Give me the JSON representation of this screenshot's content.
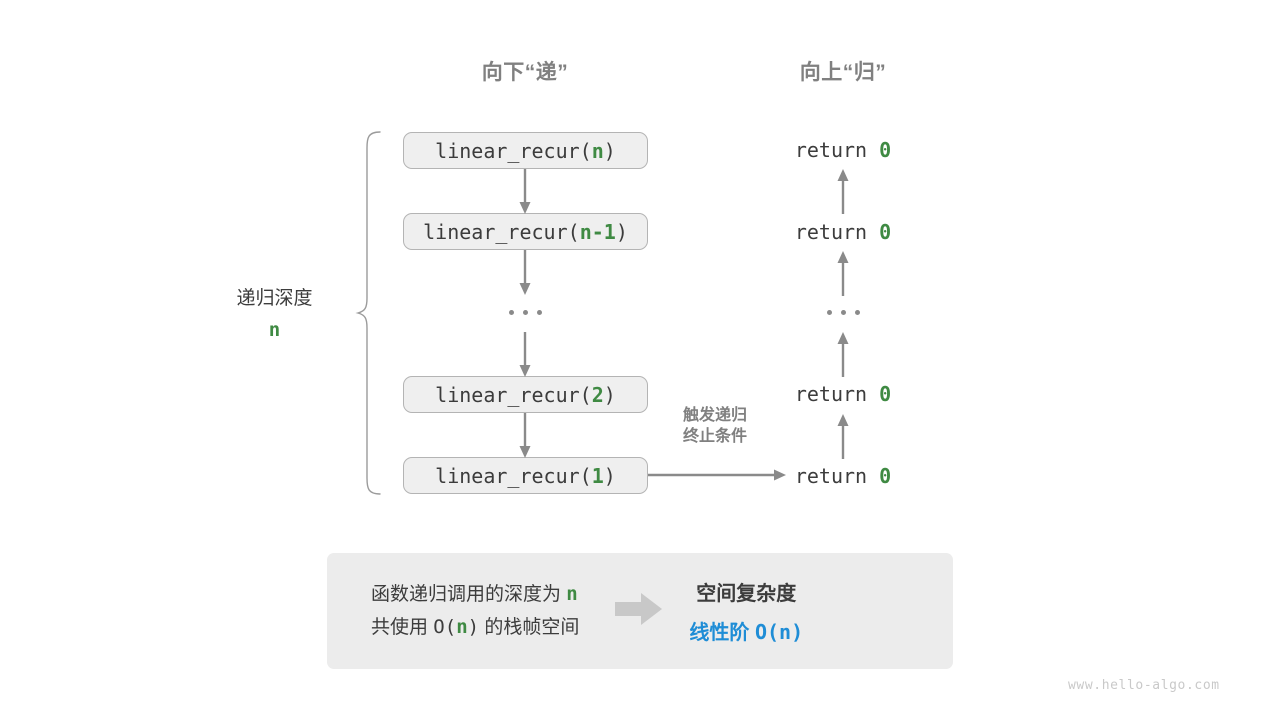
{
  "headers": {
    "down": "向下“递”",
    "up": "向上“归”"
  },
  "depth_label": {
    "title": "递归深度",
    "value": "n"
  },
  "calls": [
    {
      "prefix": "linear_recur(",
      "arg": "n",
      "suffix": ")"
    },
    {
      "prefix": "linear_recur(",
      "arg": "n-1",
      "suffix": ")"
    },
    {
      "prefix": "linear_recur(",
      "arg": "2",
      "suffix": ")"
    },
    {
      "prefix": "linear_recur(",
      "arg": "1",
      "suffix": ")"
    }
  ],
  "returns": [
    {
      "keyword": "return",
      "value": "0"
    },
    {
      "keyword": "return",
      "value": "0"
    },
    {
      "keyword": "return",
      "value": "0"
    },
    {
      "keyword": "return",
      "value": "0"
    }
  ],
  "ellipsis": "...",
  "trigger_note": {
    "line1": "触发递归",
    "line2": "终止条件"
  },
  "summary": {
    "left_line1_a": "函数递归调用的深度为",
    "left_line1_n": "n",
    "left_line2_a": "共使用",
    "left_line2_b": "O(",
    "left_line2_n": "n",
    "left_line2_c": ")",
    "left_line2_d": "的栈帧空间",
    "right_title": "空间复杂度",
    "right_value_label": "线性阶",
    "right_value_expr": "O(n)"
  },
  "watermark": "www.hello-algo.com",
  "colors": {
    "accent_green": "#3f8a43",
    "accent_blue": "#1f8dd6",
    "box_fill": "#efefef",
    "box_border": "#b4b4b4",
    "arrow_gray": "#8a8a8a",
    "header_gray": "#808080",
    "panel_fill": "#ececec",
    "panel_arrow": "#c8c8c8",
    "text_dark": "#3c3c3c",
    "watermark_gray": "#c9c9c9"
  }
}
